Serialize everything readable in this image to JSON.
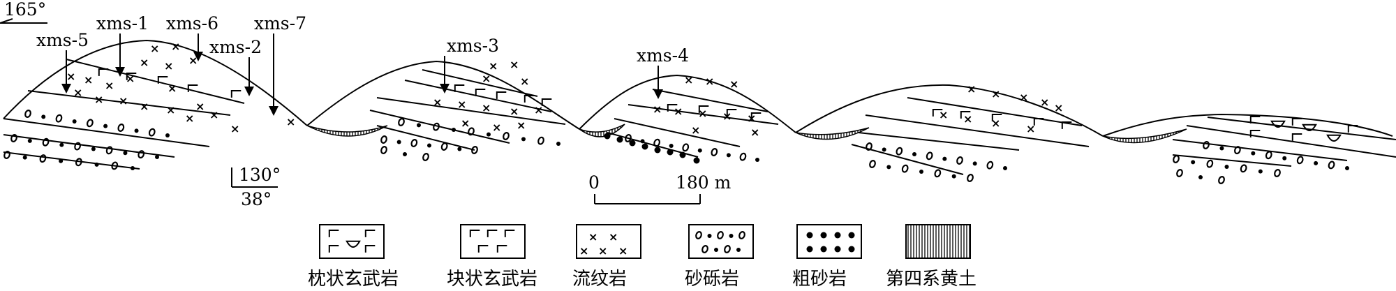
{
  "orientation": {
    "strike_label": "165°",
    "dip_direction_label": "130°",
    "dip_angle_label": "38°"
  },
  "sample_labels": [
    "xms-5",
    "xms-1",
    "xms-6",
    "xms-2",
    "xms-7",
    "xms-3",
    "xms-4"
  ],
  "scale_bar": {
    "start_label": "0",
    "end_label": "180 m"
  },
  "legend": [
    {
      "key": "pillow",
      "label": "枕状玄武岩"
    },
    {
      "key": "block",
      "label": "块状玄武岩"
    },
    {
      "key": "rhyolite",
      "label": "流纹岩"
    },
    {
      "key": "conglomerate",
      "label": "砂砾岩"
    },
    {
      "key": "sandstone",
      "label": "粗砂岩"
    },
    {
      "key": "loess",
      "label": "第四系黄土"
    }
  ]
}
